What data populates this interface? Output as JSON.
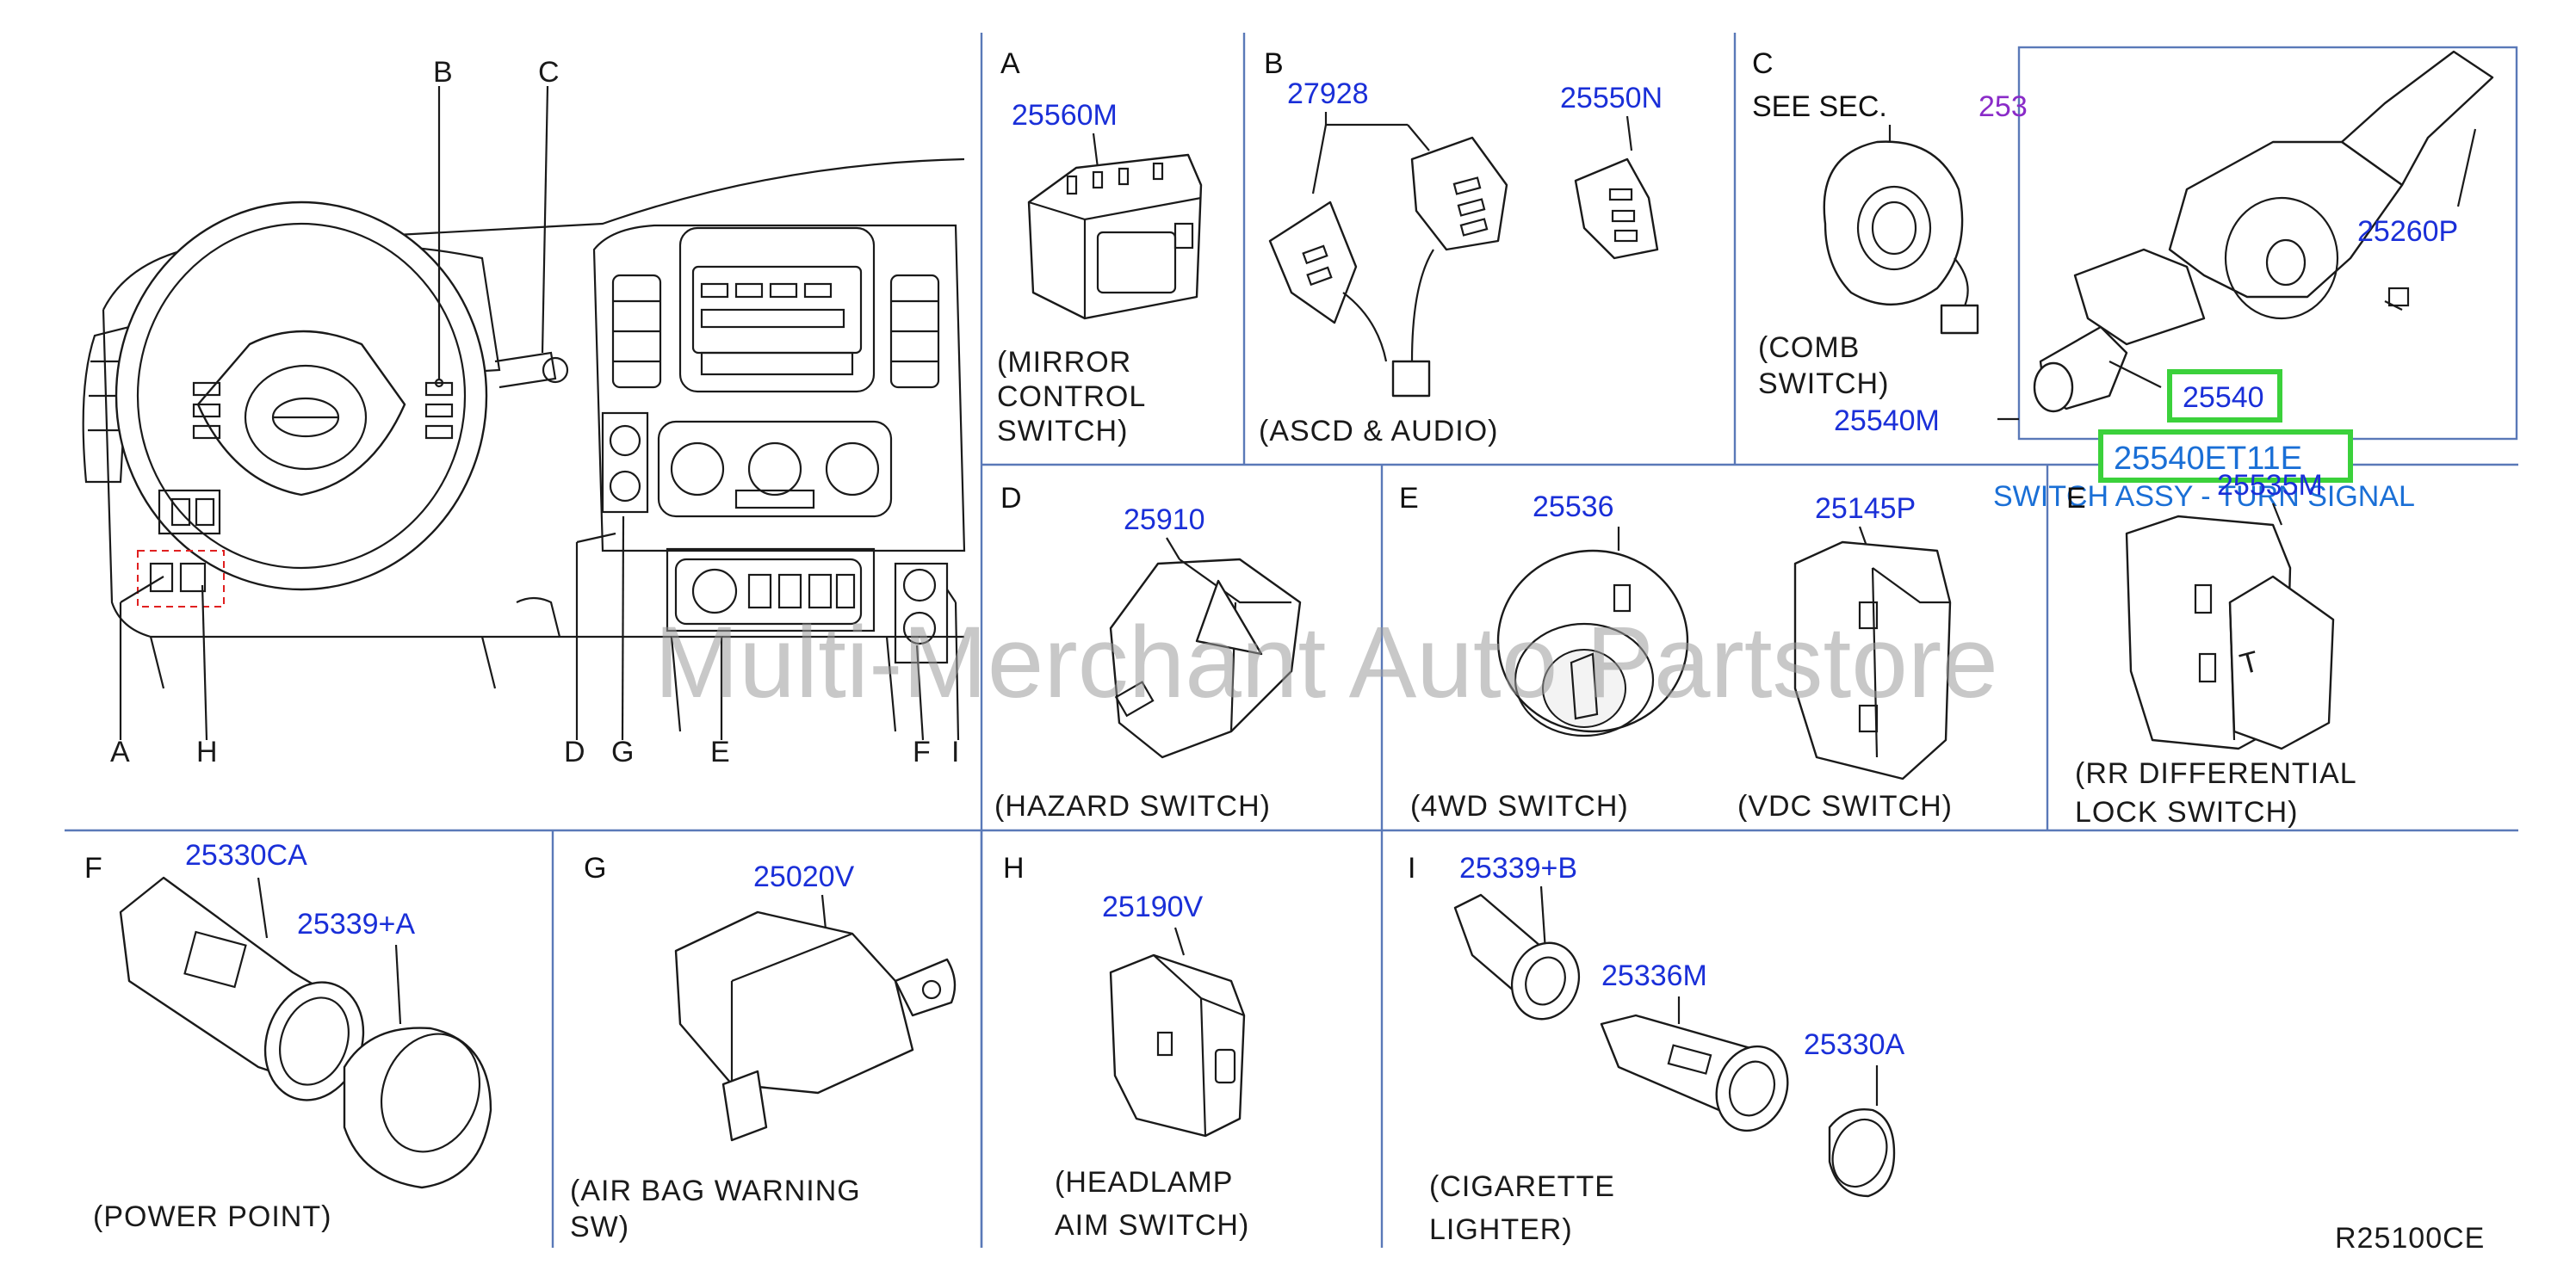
{
  "callouts": {
    "left_letters": [
      "A",
      "H",
      "D",
      "G",
      "E",
      "F",
      "I",
      "B",
      "C"
    ]
  },
  "panels": {
    "A": {
      "letter": "A",
      "parts": [
        "25560M"
      ],
      "caption": [
        "(MIRROR",
        "CONTROL",
        "SWITCH)"
      ]
    },
    "B": {
      "letter": "B",
      "parts": [
        "27928",
        "25550N"
      ],
      "caption": [
        "(ASCD  &  AUDIO)"
      ]
    },
    "C": {
      "letter": "C",
      "see": "SEE  SEC.",
      "sec_num": "253",
      "parts": [
        "25540M",
        "25260P",
        "25540"
      ],
      "caption": [
        "(COMB",
        "SWITCH)"
      ]
    },
    "D": {
      "letter": "D",
      "parts": [
        "25910"
      ],
      "caption": [
        "(HAZARD  SWITCH)"
      ]
    },
    "E": {
      "letter": "E",
      "parts": [
        "25536",
        "25145P"
      ],
      "caption": [
        "(4WD  SWITCH)",
        "(VDC  SWITCH)"
      ]
    },
    "E2": {
      "letter": "E",
      "parts": [
        "25535M"
      ],
      "caption": [
        "(RR  DIFFERENTIAL",
        "LOCK  SWITCH)"
      ]
    },
    "F": {
      "letter": "F",
      "parts": [
        "25330CA",
        "25339+A"
      ],
      "caption": [
        "(POWER  POINT)"
      ]
    },
    "G": {
      "letter": "G",
      "parts": [
        "25020V"
      ],
      "caption": [
        "(AIR  BAG  WARNING",
        "SW)"
      ]
    },
    "H": {
      "letter": "H",
      "parts": [
        "25190V"
      ],
      "caption": [
        "(HEADLAMP",
        "AIM  SWITCH)"
      ]
    },
    "I": {
      "letter": "I",
      "parts": [
        "25339+B",
        "25336M",
        "25330A"
      ],
      "caption": [
        "(CIGARETTE",
        "LIGHTER)"
      ]
    }
  },
  "highlight": {
    "part_number": "25540ET11E",
    "description": "SWITCH ASSY - TURN SIGNAL",
    "box_color": "#3bd13b"
  },
  "watermark": "Multi-Merchant Auto Partstore",
  "diagram_code": "R25100CE",
  "colors": {
    "part_number": "#1a2fd8",
    "grid": "#5a79b8",
    "section_ref": "#8a2bc8"
  }
}
